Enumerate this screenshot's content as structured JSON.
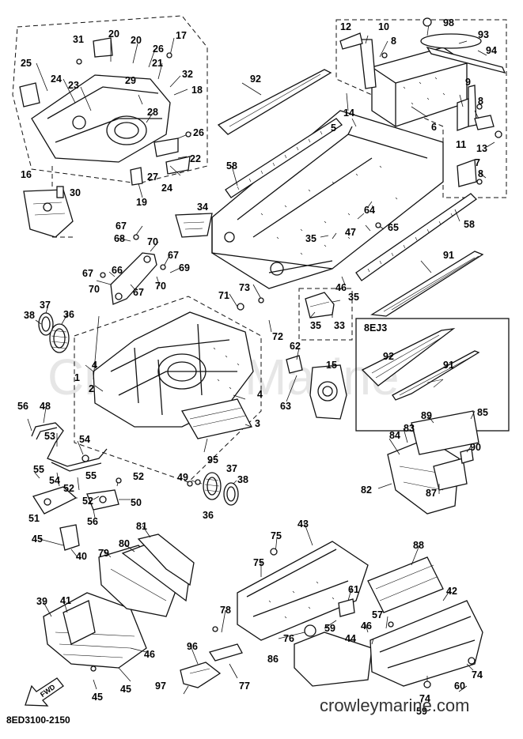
{
  "diagram": {
    "callouts": [
      "1",
      "2",
      "3",
      "4",
      "5",
      "6",
      "7",
      "8",
      "9",
      "10",
      "11",
      "12",
      "13",
      "14",
      "15",
      "16",
      "17",
      "18",
      "19",
      "20",
      "21",
      "22",
      "23",
      "24",
      "25",
      "26",
      "27",
      "28",
      "29",
      "30",
      "31",
      "32",
      "33",
      "34",
      "35",
      "36",
      "37",
      "38",
      "39",
      "40",
      "41",
      "42",
      "43",
      "44",
      "45",
      "46",
      "47",
      "48",
      "49",
      "50",
      "51",
      "52",
      "53",
      "54",
      "55",
      "56",
      "57",
      "58",
      "59",
      "60",
      "61",
      "62",
      "63",
      "64",
      "65",
      "66",
      "67",
      "68",
      "69",
      "70",
      "71",
      "72",
      "73",
      "74",
      "75",
      "76",
      "77",
      "78",
      "79",
      "80",
      "81",
      "82",
      "83",
      "84",
      "85",
      "86",
      "87",
      "88",
      "89",
      "90",
      "91",
      "92",
      "93",
      "94",
      "95",
      "96",
      "97",
      "98"
    ],
    "inset_title": "8EJ3",
    "arrow_text": "FWD",
    "diagram_code": "8ED3100-2150",
    "website": "crowleymarine.com",
    "watermark": "Crowley Marine"
  }
}
